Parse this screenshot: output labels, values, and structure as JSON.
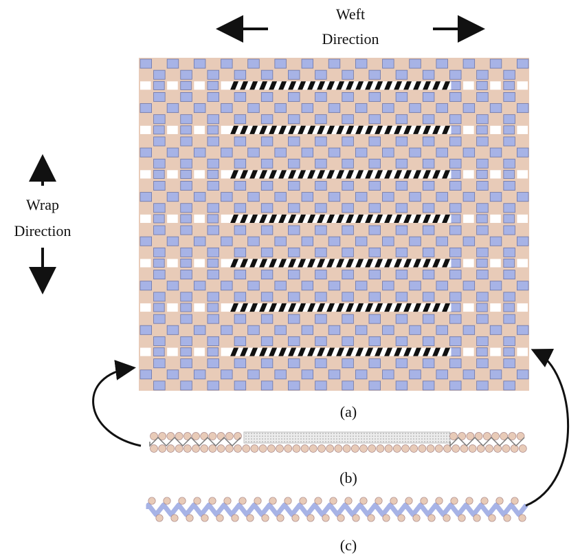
{
  "labels": {
    "weft_line1": "Weft",
    "weft_line2": "Direction",
    "wrap_line1": "Wrap",
    "wrap_line2": "Direction",
    "panel_a": "(a)",
    "panel_b": "(b)",
    "panel_c": "(c)"
  },
  "colors": {
    "warp_cell": "#e8cbb8",
    "weft_cell": "#a7b3e6",
    "weft_cell_border": "#6a74a8",
    "bias_stripe_dark": "#111111",
    "bias_stripe_light": "#ffffff",
    "gap_white": "#ffffff",
    "arrow": "#111111"
  },
  "structure": {
    "columns": 29,
    "rows": 30,
    "insert_rows": [
      2,
      6,
      10,
      14,
      18,
      22,
      26
    ],
    "insert_col_range": [
      7,
      22
    ]
  }
}
